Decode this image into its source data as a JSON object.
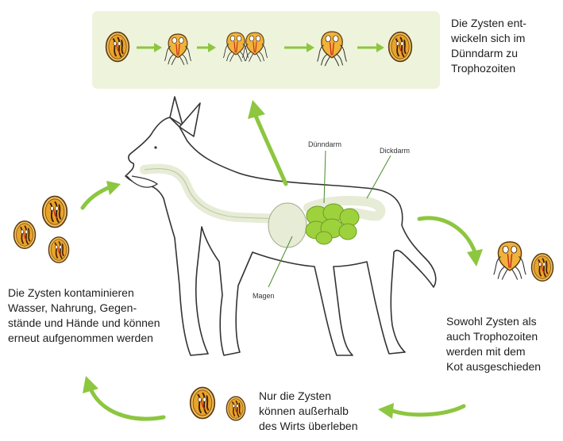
{
  "colors": {
    "accent_green": "#8dc63f",
    "panel_bg": "#eef3dc",
    "dog_outline": "#333333",
    "digestive_tract": "#e6ecd6",
    "intestine_green": "#9ed23c",
    "cyst_orange": "#e8a32a",
    "trophozoite_orange": "#ef8a1e"
  },
  "organs": {
    "small_intestine": "Dünndarm",
    "large_intestine": "Dickdarm",
    "stomach": "Magen"
  },
  "captions": {
    "top_right": [
      "Die Zysten ent-",
      "wickeln sich im",
      "Dünndarm zu",
      "Trophozoiten"
    ],
    "left": [
      "Die Zysten kontaminieren",
      "Wasser, Nahrung, Gegen-",
      "stände und Hände und können",
      "erneut aufgenommen werden"
    ],
    "right": [
      "Sowohl Zysten als",
      "auch Trophozoiten",
      "werden mit dem",
      "Kot ausgeschieden"
    ],
    "bottom": [
      "Nur die Zysten",
      "können außerhalb",
      "des Wirts überleben"
    ]
  },
  "icons": {
    "cyst": "giardia-cyst-icon",
    "trophozoite": "giardia-trophozoite-icon",
    "arrow": "curved-arrow-icon"
  }
}
